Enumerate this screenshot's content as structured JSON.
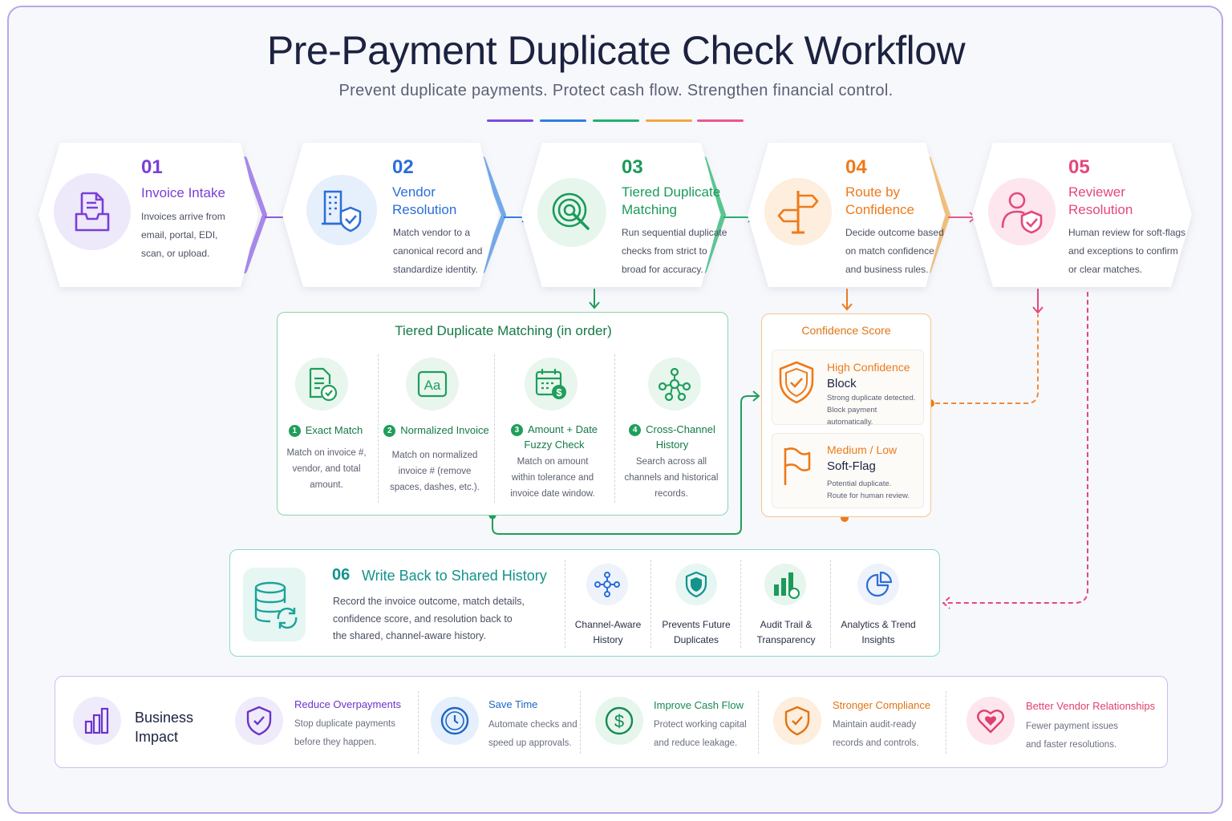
{
  "title": "Pre-Payment Duplicate Check Workflow",
  "subtitle": "Prevent duplicate payments. Protect cash flow. Strengthen financial control.",
  "divider_colors": [
    "#7c4ddb",
    "#2f7ee0",
    "#20b070",
    "#f2a640",
    "#e8588c"
  ],
  "steps": [
    {
      "num": "01",
      "title": "Invoice Intake",
      "desc": [
        "Invoices arrive from",
        "email, portal, EDI,",
        "scan, or upload."
      ],
      "color": "#7a3fd6",
      "icon": "inbox-document-icon"
    },
    {
      "num": "02",
      "title": "Vendor\nResolution",
      "desc": [
        "Match vendor to a",
        "canonical record and",
        "standardize identity."
      ],
      "color": "#2a6ed8",
      "icon": "building-shield-icon"
    },
    {
      "num": "03",
      "title": "Tiered Duplicate\nMatching",
      "desc": [
        "Run sequential duplicate",
        "checks from strict to",
        "broad for accuracy."
      ],
      "color": "#1b9a5a",
      "icon": "target-search-icon"
    },
    {
      "num": "04",
      "title": "Route by\nConfidence",
      "desc": [
        "Decide outcome based",
        "on match confidence",
        "and business rules."
      ],
      "color": "#ee7a1a",
      "icon": "signpost-icon"
    },
    {
      "num": "05",
      "title": "Reviewer\nResolution",
      "desc": [
        "Human review for soft-flags",
        "and exceptions to confirm",
        "or clear matches."
      ],
      "color": "#e4487a",
      "icon": "user-check-icon"
    }
  ],
  "tiered": {
    "title": "Tiered Duplicate Matching (in order)",
    "items": [
      {
        "num": "1",
        "name": "Exact Match",
        "desc": [
          "Match on invoice #,",
          "vendor, and total",
          "amount."
        ],
        "icon": "document-check-icon"
      },
      {
        "num": "2",
        "name": "Normalized Invoice",
        "desc": [
          "Match on normalized",
          "invoice # (remove",
          "spaces, dashes, etc.)."
        ],
        "icon": "text-aa-icon"
      },
      {
        "num": "3",
        "name": "Amount + Date\nFuzzy Check",
        "desc": [
          "Match on amount",
          "within tolerance and",
          "invoice date window."
        ],
        "icon": "calendar-dollar-icon"
      },
      {
        "num": "4",
        "name": "Cross-Channel\nHistory",
        "desc": [
          "Search across all",
          "channels and historical",
          "records."
        ],
        "icon": "network-icon"
      }
    ]
  },
  "confidence": {
    "title": "Confidence Score",
    "high": {
      "label": "High Confidence",
      "action": "Block",
      "desc": [
        "Strong duplicate detected.",
        "Block payment automatically."
      ],
      "icon": "shield-check-icon"
    },
    "medium": {
      "label": "Medium / Low",
      "action": "Soft-Flag",
      "desc": [
        "Potential duplicate.",
        "Route for human review."
      ],
      "icon": "flag-icon"
    }
  },
  "writeback": {
    "num": "06",
    "title": "Write Back to Shared History",
    "desc": [
      "Record the invoice outcome, match details,",
      "confidence score, and resolution back to",
      "the shared, channel-aware history."
    ],
    "icon": "database-sync-icon",
    "features": [
      {
        "label": "Channel-Aware\nHistory",
        "icon": "network-icon"
      },
      {
        "label": "Prevents Future\nDuplicates",
        "icon": "shield-icon"
      },
      {
        "label": "Audit Trail &\nTransparency",
        "icon": "bar-chart-icon"
      },
      {
        "label": "Analytics & Trend\nInsights",
        "icon": "pie-chart-icon"
      }
    ]
  },
  "business": {
    "title": "Business\nImpact",
    "icon": "bar-chart-icon",
    "items": [
      {
        "title": "Reduce Overpayments",
        "desc": [
          "Stop duplicate payments",
          "before they happen."
        ],
        "color": "#6a35c8",
        "icon": "shield-check-icon"
      },
      {
        "title": "Save Time",
        "desc": [
          "Automate checks and",
          "speed up approvals."
        ],
        "color": "#1f66c8",
        "icon": "clock-icon"
      },
      {
        "title": "Improve Cash Flow",
        "desc": [
          "Protect working capital",
          "and reduce leakage."
        ],
        "color": "#178a52",
        "icon": "dollar-circle-icon"
      },
      {
        "title": "Stronger Compliance",
        "desc": [
          "Maintain audit-ready",
          "records and controls."
        ],
        "color": "#e07414",
        "icon": "shield-check-icon"
      },
      {
        "title": "Better Vendor Relationships",
        "desc": [
          "Fewer payment issues",
          "and faster resolutions."
        ],
        "color": "#e0406f",
        "icon": "heart-icon"
      }
    ]
  }
}
